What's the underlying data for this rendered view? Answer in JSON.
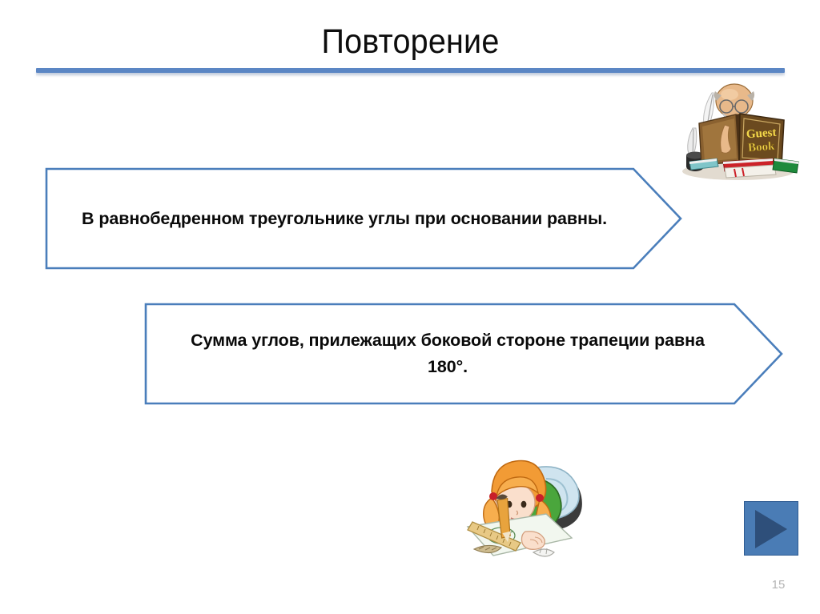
{
  "slide": {
    "title": "Повторение",
    "page_number": "15",
    "accent_color": "#5b86c4",
    "banner_border_color": "#4a7ebb",
    "banner_fill_color": "#ffffff",
    "text_color": "#0a0a0a",
    "page_number_color": "#b3b3b3"
  },
  "banners": [
    {
      "id": "banner-1",
      "text": "В равнобедренном треугольнике углы при основании равны.",
      "shape": "right-arrow"
    },
    {
      "id": "banner-2",
      "text": "Сумма углов, прилежащих боковой стороне трапеции равна 180°.",
      "shape": "right-arrow"
    }
  ],
  "cliparts": [
    {
      "id": "clipart-guestbook",
      "name": "old-man-reading-guest-book-clipart",
      "book_title_line1": "Guest",
      "book_title_line2": "Book",
      "colors": {
        "book_cover": "#6b4a1f",
        "book_title": "#f2d64b",
        "red_book": "#cc2229",
        "green_book": "#1e8a3c",
        "skin": "#e8b98a",
        "quill": "#e8e8e8"
      }
    },
    {
      "id": "clipart-girl",
      "name": "girl-writing-with-ruler-clipart",
      "colors": {
        "hair": "#f29b35",
        "shirt": "#4aa63c",
        "pillow": "#cfe4ef",
        "skin": "#fadfcc",
        "paper": "#f2f7ef",
        "ruler": "#e8c985",
        "pencil": "#e8a33d"
      }
    }
  ],
  "controls": {
    "play_button": {
      "name": "play-forward-button",
      "fill": "#4a7cb5",
      "triangle_fill": "#2e4f7a",
      "border": "#2f5c92"
    }
  }
}
